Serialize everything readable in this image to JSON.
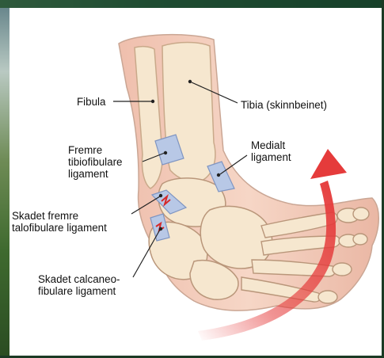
{
  "labels": {
    "fibula": "Fibula",
    "tibia": "Tibia (skinnbeinet)",
    "anterior_tibiofibular": "Fremre\ntibiofibulare\nligament",
    "medial": "Medialt\nligament",
    "injured_anterior_talofibular": "Skadet fremre\ntalofibulare ligament",
    "injured_calcaneofibular": "Skadet calcaneo-\nfibulare ligament"
  },
  "colors": {
    "skin": "#f2c9b8",
    "bone": "#f6e7cf",
    "ligament": "#b8c8e6",
    "injury": "#d62a2a",
    "arrow": "#e53b3b"
  }
}
